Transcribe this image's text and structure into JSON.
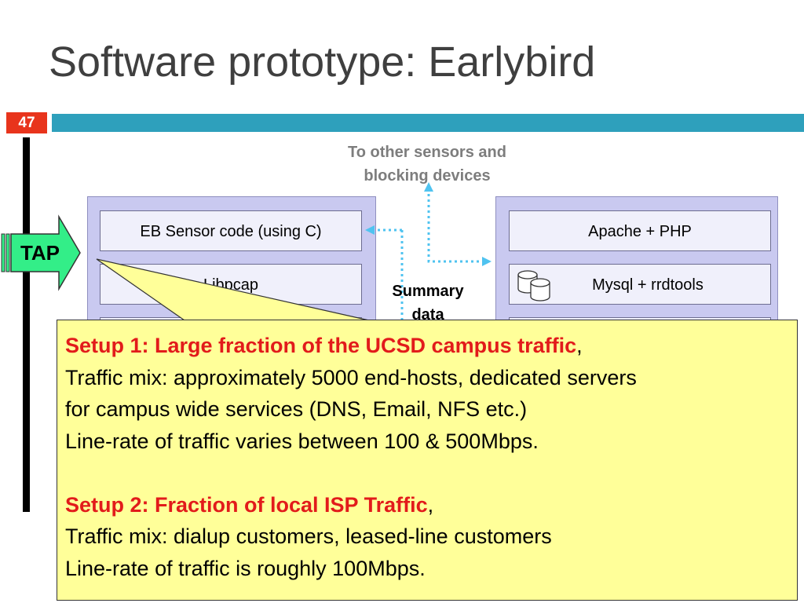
{
  "slide": {
    "title": "Software prototype: Earlybird",
    "number": "47"
  },
  "diagram": {
    "to_other_line1": "To other sensors and",
    "to_other_line2": "blocking devices",
    "tap_label": "TAP",
    "summary_line1": "Summary",
    "summary_line2": "data",
    "left_box1": "EB Sensor code (using C)",
    "left_box2": "Libpcap",
    "right_box1": "Apache + PHP",
    "right_box2": "Mysql + rrdtools"
  },
  "callout": {
    "setup1_title": "Setup 1: Large fraction of the UCSD campus traffic",
    "setup1_comma": ",",
    "setup1_line1": "Traffic mix: approximately 5000 end-hosts, dedicated servers",
    "setup1_line2": "for campus wide services (DNS, Email, NFS etc.)",
    "setup1_line3": "Line-rate of traffic varies between 100 & 500Mbps.",
    "setup2_title": "Setup 2: Fraction of local ISP Traffic",
    "setup2_comma": ",",
    "setup2_line1": "Traffic mix: dialup customers, leased-line customers",
    "setup2_line2": "Line-rate of traffic is roughly 100Mbps."
  },
  "colors": {
    "accent_bar": "#2ea0bc",
    "slide_number_bg": "#e8341c",
    "callout_bg": "#ffff99",
    "highlight_red": "#e21b1b",
    "tap_green": "#33ee88"
  }
}
